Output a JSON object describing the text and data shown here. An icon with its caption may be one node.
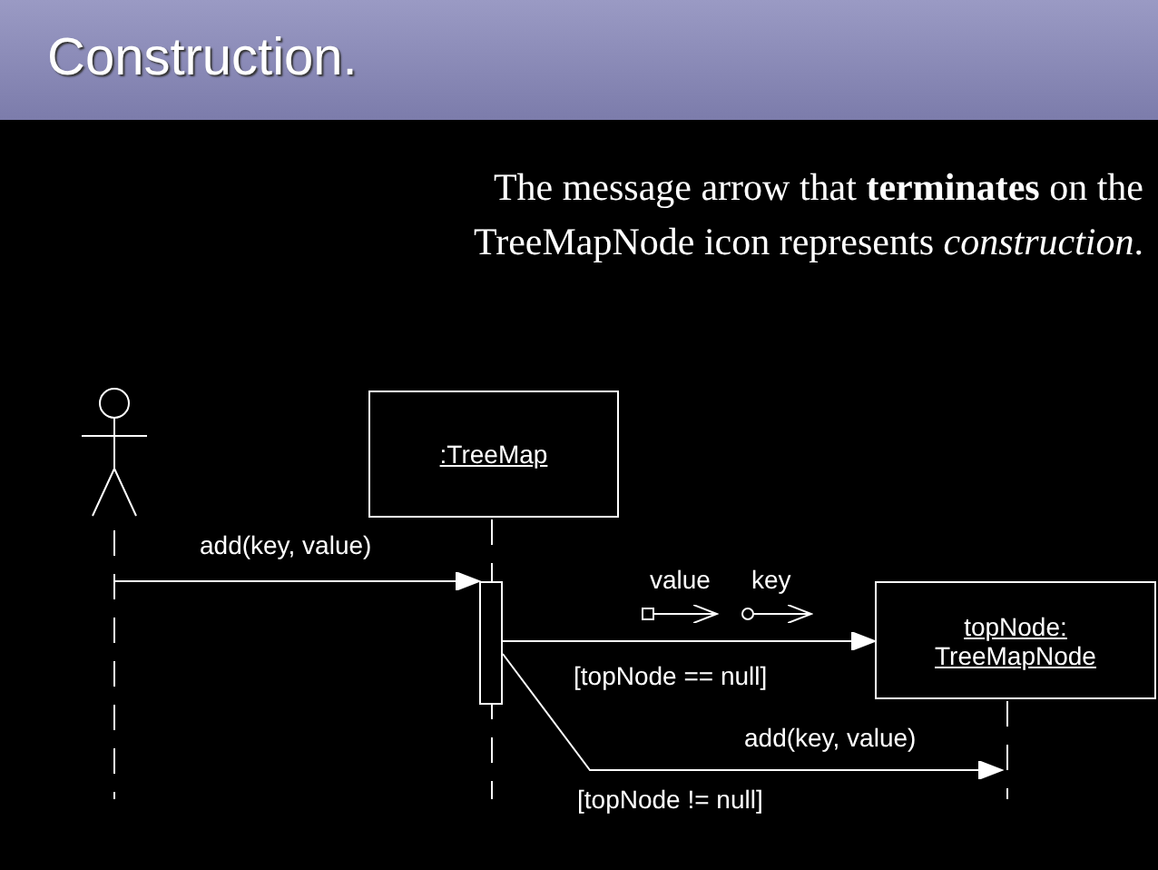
{
  "diagram": {
    "title": "Construction.",
    "caption": "The message arrow that **terminates** on the TreeMapNode icon represents *construction*.",
    "nodes": [
      {
        "text": [],
        "shape": "person"
      },
      {
        "text": [
          ":TreeMap"
        ]
      },
      {
        "text": [],
        "shape": "bar"
      },
      {
        "text": [
          "topNode: TreeMapNode"
        ]
      },
      {
        "text": [],
        "shape": "line"
      }
    ],
    "edges": [
      {
        "from": 0,
        "to": 2,
        "arrow": "to",
        "label": "add(key, value)"
      },
      {
        "from": 2,
        "to": 3,
        "arrow": "to",
        "label": "[topNode == null]"
      },
      {
        "from": 2,
        "to": 4,
        "arrow": "to",
        "label": "add(key, value)"
      }
    ],
    "labels": [
      "value",
      "key",
      "[topNode != null]"
    ]
  }
}
